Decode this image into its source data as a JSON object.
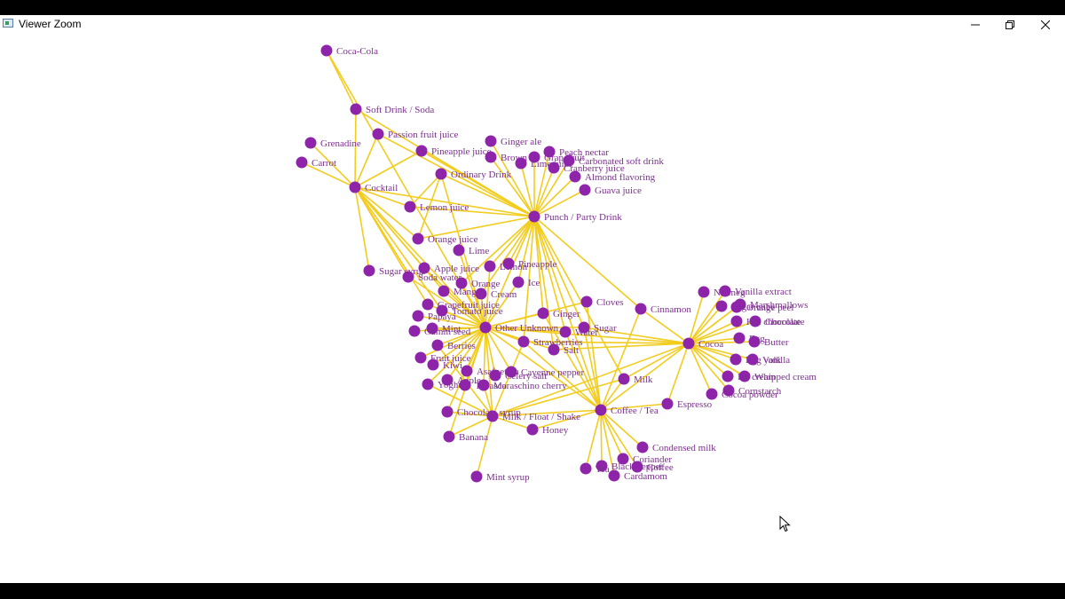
{
  "window": {
    "title": "Viewer Zoom",
    "minimize_icon": "minimize-icon",
    "maximize_icon": "restore-icon",
    "close_icon": "close-icon"
  },
  "colors": {
    "node": "#8e24aa",
    "edge": "#f2cc1e",
    "label": "#7b2f8e"
  },
  "graph": {
    "nodes": [
      {
        "id": "coca-cola",
        "label": "Coca-Cola"
      },
      {
        "id": "soft-drink",
        "label": "Soft Drink / Soda"
      },
      {
        "id": "grenadine",
        "label": "Grenadine"
      },
      {
        "id": "carrot",
        "label": "Carrot"
      },
      {
        "id": "passion",
        "label": "Passion fruit juice"
      },
      {
        "id": "ginger-ale",
        "label": "Ginger ale"
      },
      {
        "id": "pineapple-juice",
        "label": "Pineapple juice"
      },
      {
        "id": "brown",
        "label": "Brown"
      },
      {
        "id": "lime-juice",
        "label": "Lime juice"
      },
      {
        "id": "grapefruit",
        "label": "Grapefruit"
      },
      {
        "id": "peach",
        "label": "Peach nectar"
      },
      {
        "id": "carbonated",
        "label": "Carbonated soft drink"
      },
      {
        "id": "cranberry",
        "label": "Cranberry juice"
      },
      {
        "id": "almond",
        "label": "Almond flavoring"
      },
      {
        "id": "guava",
        "label": "Guava juice"
      },
      {
        "id": "cocktail",
        "label": "Cocktail"
      },
      {
        "id": "ordinary",
        "label": "Ordinary Drink"
      },
      {
        "id": "lemon-juice",
        "label": "Lemon juice"
      },
      {
        "id": "punch",
        "label": "Punch / Party Drink"
      },
      {
        "id": "orange-juice",
        "label": "Orange juice"
      },
      {
        "id": "lime",
        "label": "Lime"
      },
      {
        "id": "sugar-syrup",
        "label": "Sugar syrup"
      },
      {
        "id": "apple-juice",
        "label": "Apple juice"
      },
      {
        "id": "soda-water",
        "label": "Soda water"
      },
      {
        "id": "lemon",
        "label": "Lemon"
      },
      {
        "id": "pineapple",
        "label": "Pineapple"
      },
      {
        "id": "orange",
        "label": "Orange"
      },
      {
        "id": "ice",
        "label": "Ice"
      },
      {
        "id": "mango",
        "label": "Mango"
      },
      {
        "id": "cream",
        "label": "Cream"
      },
      {
        "id": "cloves",
        "label": "Cloves"
      },
      {
        "id": "grapefruit-juice",
        "label": "Grapefruit juice"
      },
      {
        "id": "tomato",
        "label": "Tomato juice"
      },
      {
        "id": "papaya",
        "label": "Papaya"
      },
      {
        "id": "ginger",
        "label": "Ginger"
      },
      {
        "id": "cinnamon",
        "label": "Cinnamon"
      },
      {
        "id": "other",
        "label": "Other Unknown"
      },
      {
        "id": "mint",
        "label": "Mint"
      },
      {
        "id": "water",
        "label": "Water"
      },
      {
        "id": "sugar",
        "label": "Sugar"
      },
      {
        "id": "cumin",
        "label": "Cumin seed"
      },
      {
        "id": "berries",
        "label": "Berries"
      },
      {
        "id": "strawberries",
        "label": "Strawberries"
      },
      {
        "id": "salt",
        "label": "Salt"
      },
      {
        "id": "fruit-juice",
        "label": "Fruit juice"
      },
      {
        "id": "kiwi",
        "label": "Kiwi"
      },
      {
        "id": "asafoetida",
        "label": "Asafoetida"
      },
      {
        "id": "cayenne",
        "label": "Cayenne pepper"
      },
      {
        "id": "celery-salt",
        "label": "Celery salt"
      },
      {
        "id": "apple",
        "label": "Apple"
      },
      {
        "id": "yoghurt",
        "label": "Yoghurt"
      },
      {
        "id": "tabasco",
        "label": "Tabasco"
      },
      {
        "id": "maraschino",
        "label": "Maraschino cherry"
      },
      {
        "id": "milk",
        "label": "Milk"
      },
      {
        "id": "coffee-tea",
        "label": "Coffee / Tea"
      },
      {
        "id": "espresso",
        "label": "Espresso"
      },
      {
        "id": "chocolate-syrup",
        "label": "Chocolate syrup"
      },
      {
        "id": "milk-float",
        "label": "Milk / Float / Shake"
      },
      {
        "id": "honey",
        "label": "Honey"
      },
      {
        "id": "banana",
        "label": "Banana"
      },
      {
        "id": "mint-syrup",
        "label": "Mint syrup"
      },
      {
        "id": "condensed",
        "label": "Condensed milk"
      },
      {
        "id": "coriander",
        "label": "Coriander"
      },
      {
        "id": "black-pepper",
        "label": "Black pepper"
      },
      {
        "id": "coffee",
        "label": "Coffee"
      },
      {
        "id": "tea",
        "label": "Tea"
      },
      {
        "id": "cardamom",
        "label": "Cardamom"
      },
      {
        "id": "cocoa",
        "label": "Cocoa"
      },
      {
        "id": "nutmeg",
        "label": "Nutmeg"
      },
      {
        "id": "vanilla-extract",
        "label": "Vanilla extract"
      },
      {
        "id": "marshmallows",
        "label": "Marshmallows"
      },
      {
        "id": "sugar-cube",
        "label": "Sugar cube"
      },
      {
        "id": "orange-peel",
        "label": "Orange peel"
      },
      {
        "id": "chocolate",
        "label": "Chocolate"
      },
      {
        "id": "hot-chocolate",
        "label": "Hot chocolate"
      },
      {
        "id": "egg",
        "label": "Egg"
      },
      {
        "id": "butter",
        "label": "Butter"
      },
      {
        "id": "egg-yolk",
        "label": "Egg yolk"
      },
      {
        "id": "vanilla",
        "label": "Vanilla"
      },
      {
        "id": "whipped",
        "label": "Whipped cream"
      },
      {
        "id": "ice-cream",
        "label": "Ice cream"
      },
      {
        "id": "cornstarch",
        "label": "Cornstarch"
      },
      {
        "id": "cocoa-powder",
        "label": "Cocoa powder"
      }
    ],
    "edges": [
      [
        "coca-cola",
        "soft-drink"
      ],
      [
        "soft-drink",
        "cocktail"
      ],
      [
        "soft-drink",
        "punch"
      ],
      [
        "grenadine",
        "cocktail"
      ],
      [
        "carrot",
        "cocktail"
      ],
      [
        "passion",
        "cocktail"
      ],
      [
        "passion",
        "punch"
      ],
      [
        "pineapple-juice",
        "cocktail"
      ],
      [
        "pineapple-juice",
        "punch"
      ],
      [
        "ginger-ale",
        "punch"
      ],
      [
        "brown",
        "punch"
      ],
      [
        "lime-juice",
        "punch"
      ],
      [
        "grapefruit",
        "punch"
      ],
      [
        "peach",
        "punch"
      ],
      [
        "carbonated",
        "punch"
      ],
      [
        "cranberry",
        "punch"
      ],
      [
        "almond",
        "punch"
      ],
      [
        "guava",
        "punch"
      ],
      [
        "cocktail",
        "lemon-juice"
      ],
      [
        "cocktail",
        "orange-juice"
      ],
      [
        "cocktail",
        "sugar-syrup"
      ],
      [
        "cocktail",
        "apple-juice"
      ],
      [
        "cocktail",
        "soda-water"
      ],
      [
        "cocktail",
        "other"
      ],
      [
        "cocktail",
        "mango"
      ],
      [
        "cocktail",
        "grapefruit-juice"
      ],
      [
        "cocktail",
        "punch"
      ],
      [
        "cocktail",
        "tomato"
      ],
      [
        "ordinary",
        "orange-juice"
      ],
      [
        "ordinary",
        "other"
      ],
      [
        "ordinary",
        "punch"
      ],
      [
        "ordinary",
        "lemon-juice"
      ],
      [
        "lemon-juice",
        "punch"
      ],
      [
        "orange-juice",
        "punch"
      ],
      [
        "lime",
        "other"
      ],
      [
        "punch",
        "lemon"
      ],
      [
        "punch",
        "pineapple"
      ],
      [
        "punch",
        "ice"
      ],
      [
        "punch",
        "cream"
      ],
      [
        "punch",
        "other"
      ],
      [
        "punch",
        "ginger"
      ],
      [
        "punch",
        "cinnamon"
      ],
      [
        "punch",
        "strawberries"
      ],
      [
        "punch",
        "water"
      ],
      [
        "punch",
        "sugar"
      ],
      [
        "punch",
        "salt"
      ],
      [
        "punch",
        "orange"
      ],
      [
        "punch",
        "milk"
      ],
      [
        "punch",
        "coffee-tea"
      ],
      [
        "other",
        "apple-juice"
      ],
      [
        "other",
        "soda-water"
      ],
      [
        "other",
        "orange"
      ],
      [
        "other",
        "mango"
      ],
      [
        "other",
        "cream"
      ],
      [
        "other",
        "grapefruit-juice"
      ],
      [
        "other",
        "tomato"
      ],
      [
        "other",
        "papaya"
      ],
      [
        "other",
        "mint"
      ],
      [
        "other",
        "cumin"
      ],
      [
        "other",
        "berries"
      ],
      [
        "other",
        "fruit-juice"
      ],
      [
        "other",
        "kiwi"
      ],
      [
        "other",
        "asafoetida"
      ],
      [
        "other",
        "apple"
      ],
      [
        "other",
        "yoghurt"
      ],
      [
        "other",
        "tabasco"
      ],
      [
        "other",
        "maraschino"
      ],
      [
        "other",
        "celery-salt"
      ],
      [
        "other",
        "cayenne"
      ],
      [
        "other",
        "strawberries"
      ],
      [
        "other",
        "ginger"
      ],
      [
        "other",
        "salt"
      ],
      [
        "other",
        "water"
      ],
      [
        "other",
        "sugar"
      ],
      [
        "other",
        "milk-float"
      ],
      [
        "other",
        "chocolate-syrup"
      ],
      [
        "other",
        "banana"
      ],
      [
        "other",
        "coffee-tea"
      ],
      [
        "other",
        "cocoa"
      ],
      [
        "other",
        "cloves"
      ],
      [
        "other",
        "coca-cola"
      ],
      [
        "other",
        "lemon"
      ],
      [
        "other",
        "ice"
      ],
      [
        "milk-float",
        "strawberries"
      ],
      [
        "milk-float",
        "chocolate-syrup"
      ],
      [
        "milk-float",
        "banana"
      ],
      [
        "milk-float",
        "honey"
      ],
      [
        "milk-float",
        "mint-syrup"
      ],
      [
        "milk-float",
        "milk"
      ],
      [
        "milk-float",
        "coffee-tea"
      ],
      [
        "milk-float",
        "maraschino"
      ],
      [
        "milk-float",
        "yoghurt"
      ],
      [
        "milk-float",
        "berries"
      ],
      [
        "milk-float",
        "cocoa"
      ],
      [
        "coffee-tea",
        "milk"
      ],
      [
        "coffee-tea",
        "condensed"
      ],
      [
        "coffee-tea",
        "coriander"
      ],
      [
        "coffee-tea",
        "black-pepper"
      ],
      [
        "coffee-tea",
        "coffee"
      ],
      [
        "coffee-tea",
        "tea"
      ],
      [
        "coffee-tea",
        "cardamom"
      ],
      [
        "coffee-tea",
        "espresso"
      ],
      [
        "coffee-tea",
        "ginger"
      ],
      [
        "coffee-tea",
        "cloves"
      ],
      [
        "coffee-tea",
        "sugar"
      ],
      [
        "coffee-tea",
        "water"
      ],
      [
        "coffee-tea",
        "cinnamon"
      ],
      [
        "coffee-tea",
        "honey"
      ],
      [
        "coffee-tea",
        "strawberries"
      ],
      [
        "coffee-tea",
        "cocoa"
      ],
      [
        "cocoa",
        "nutmeg"
      ],
      [
        "cocoa",
        "vanilla-extract"
      ],
      [
        "cocoa",
        "marshmallows"
      ],
      [
        "cocoa",
        "sugar-cube"
      ],
      [
        "cocoa",
        "orange-peel"
      ],
      [
        "cocoa",
        "chocolate"
      ],
      [
        "cocoa",
        "hot-chocolate"
      ],
      [
        "cocoa",
        "egg"
      ],
      [
        "cocoa",
        "butter"
      ],
      [
        "cocoa",
        "egg-yolk"
      ],
      [
        "cocoa",
        "vanilla"
      ],
      [
        "cocoa",
        "whipped"
      ],
      [
        "cocoa",
        "ice-cream"
      ],
      [
        "cocoa",
        "cornstarch"
      ],
      [
        "cocoa",
        "cocoa-powder"
      ],
      [
        "cocoa",
        "espresso"
      ],
      [
        "cocoa",
        "cinnamon"
      ],
      [
        "cocoa",
        "milk"
      ],
      [
        "cocoa",
        "sugar"
      ],
      [
        "cocoa",
        "strawberries"
      ],
      [
        "cocoa",
        "salt"
      ]
    ]
  }
}
